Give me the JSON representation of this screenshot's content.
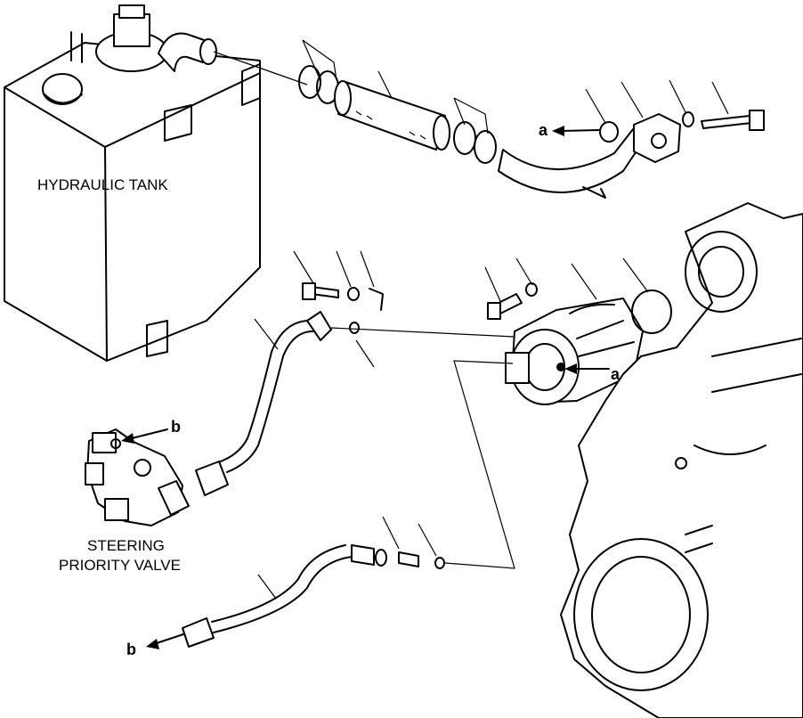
{
  "labels": {
    "hydraulic_tank": "HYDRAULIC TANK",
    "steering_valve_line1": "STEERING",
    "steering_valve_line2": "PRIORITY VALVE"
  },
  "references": {
    "a_upper": "a",
    "a_pump": "a",
    "b_valve": "b",
    "b_hose": "b"
  }
}
